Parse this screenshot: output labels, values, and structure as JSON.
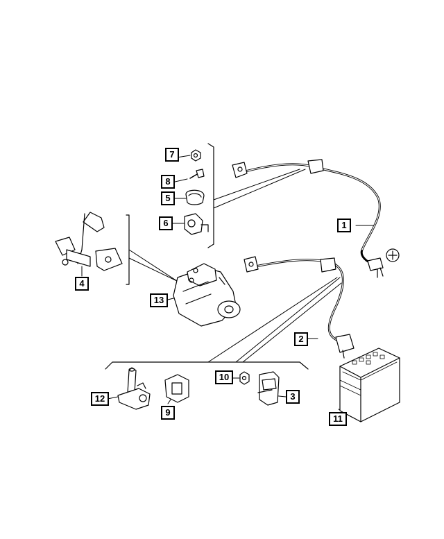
{
  "callouts": {
    "c1": "1",
    "c2": "2",
    "c3": "3",
    "c4": "4",
    "c5": "5",
    "c6": "6",
    "c7": "7",
    "c8": "8",
    "c9": "9",
    "c10": "10",
    "c11": "11",
    "c12": "12",
    "c13": "13"
  },
  "colors": {
    "line": "#000000",
    "fill": "#ffffff",
    "shade": "#e6e6e6"
  }
}
